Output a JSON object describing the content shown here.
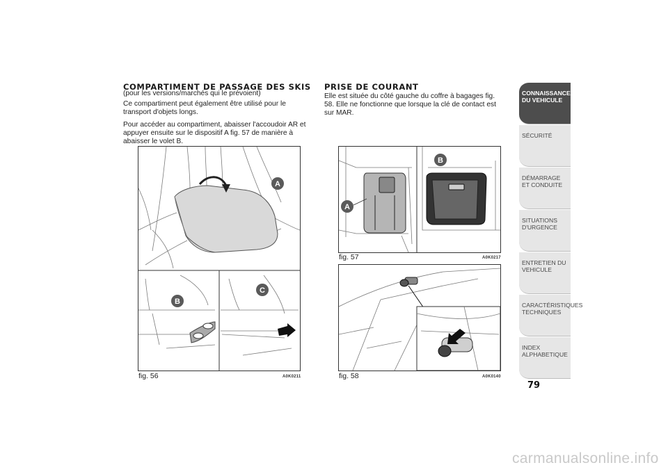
{
  "left_column": {
    "heading": "COMPARTIMENT DE PASSAGE DES SKIS",
    "subheading": "(pour les versions/marchés qui le prévoient)",
    "paragraphs": [
      "Ce compartiment peut également être utilisé pour le transport d'objets longs.",
      "Pour accéder au compartiment, abaisser l'accoudoir AR et appuyer ensuite sur le dispositif A fig. 57 de manière à abaisser le volet B."
    ],
    "figure": {
      "label": "fig. 56",
      "code": "A0K0211",
      "markers": [
        "A",
        "B",
        "C"
      ]
    }
  },
  "right_column": {
    "heading": "PRISE DE COURANT",
    "paragraphs": [
      "Elle est située du côté gauche du coffre à bagages fig. 58. Elle ne fonctionne que lorsque la clé de contact est sur MAR."
    ],
    "figure_top": {
      "label": "fig. 57",
      "code": "A0K0217",
      "markers": [
        "A",
        "B"
      ]
    },
    "figure_bottom": {
      "label": "fig. 58",
      "code": "A0K0140"
    }
  },
  "side_tabs": [
    {
      "label": "CONNAISSANCE DU VEHICULE",
      "active": true
    },
    {
      "label": "SÉCURITÉ",
      "active": false
    },
    {
      "label": "DÉMARRAGE ET CONDUITE",
      "active": false
    },
    {
      "label": "SITUATIONS D'URGENCE",
      "active": false
    },
    {
      "label": "ENTRETIEN DU VEHICULE",
      "active": false
    },
    {
      "label": "CARACTÉRISTIQUES TECHNIQUES",
      "active": false
    },
    {
      "label": "INDEX ALPHABETIQUE",
      "active": false
    }
  ],
  "page_number": "79",
  "watermark": "carmanualsonline.info",
  "colors": {
    "marker": "#5a5a5a",
    "tab_active": "#4d4d4d",
    "tab": "#e6e6e6"
  }
}
